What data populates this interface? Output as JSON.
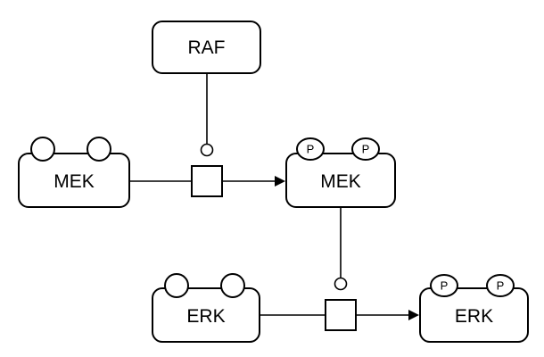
{
  "diagram": {
    "nodes": {
      "raf": {
        "label": "RAF"
      },
      "mek": {
        "label": "MEK"
      },
      "mek_p": {
        "label": "MEK",
        "state_1": "P",
        "state_2": "P"
      },
      "erk": {
        "label": "ERK"
      },
      "erk_p": {
        "label": "ERK",
        "state_1": "P",
        "state_2": "P"
      }
    }
  }
}
